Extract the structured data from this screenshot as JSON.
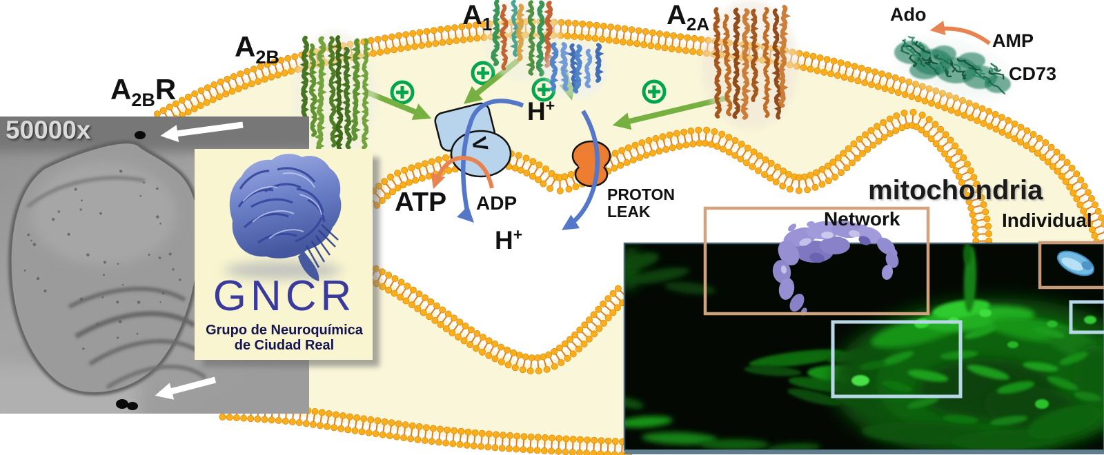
{
  "labels": {
    "receptor_a2b": {
      "main": "A",
      "sub": "2B"
    },
    "receptor_a1": {
      "main": "A",
      "sub": "1"
    },
    "receptor_a2a": {
      "main": "A",
      "sub": "2A"
    },
    "receptor_a2br": {
      "main": "A",
      "sub": "2B",
      "suffix": "R"
    },
    "ado": "Ado",
    "amp": "AMP",
    "cd73": "CD73",
    "proton_top": {
      "main": "H",
      "sup": "+"
    },
    "proton_bottom": {
      "main": "H",
      "sup": "+"
    },
    "atp": "ATP",
    "adp": "ADP",
    "proton_leak_line1": "PROTON",
    "proton_leak_line2": "LEAK",
    "mitochondria": "mitochondria",
    "network": "Network",
    "individual": "Individual",
    "em_magnification": "50000x",
    "atp_synthase_v": "V"
  },
  "logo_card": {
    "acronym": "GNCR",
    "line1": "Grupo de Neuroquímica",
    "line2": "de Ciudad Real"
  },
  "colors": {
    "cytoplasm_yellow": "#FAF6D9",
    "membrane_head": "#FBAE1C",
    "membrane_tail": "#DE7B28",
    "arrow_green": "#76B041",
    "plus_green": "#00A550",
    "arrow_blue": "#5577C8",
    "arrow_orange": "#E8824E",
    "atp_synthase_blue": "#B7D4EC",
    "proton_leak_orange": "#ED7D31",
    "logo_blue": "#3A3A9C"
  }
}
